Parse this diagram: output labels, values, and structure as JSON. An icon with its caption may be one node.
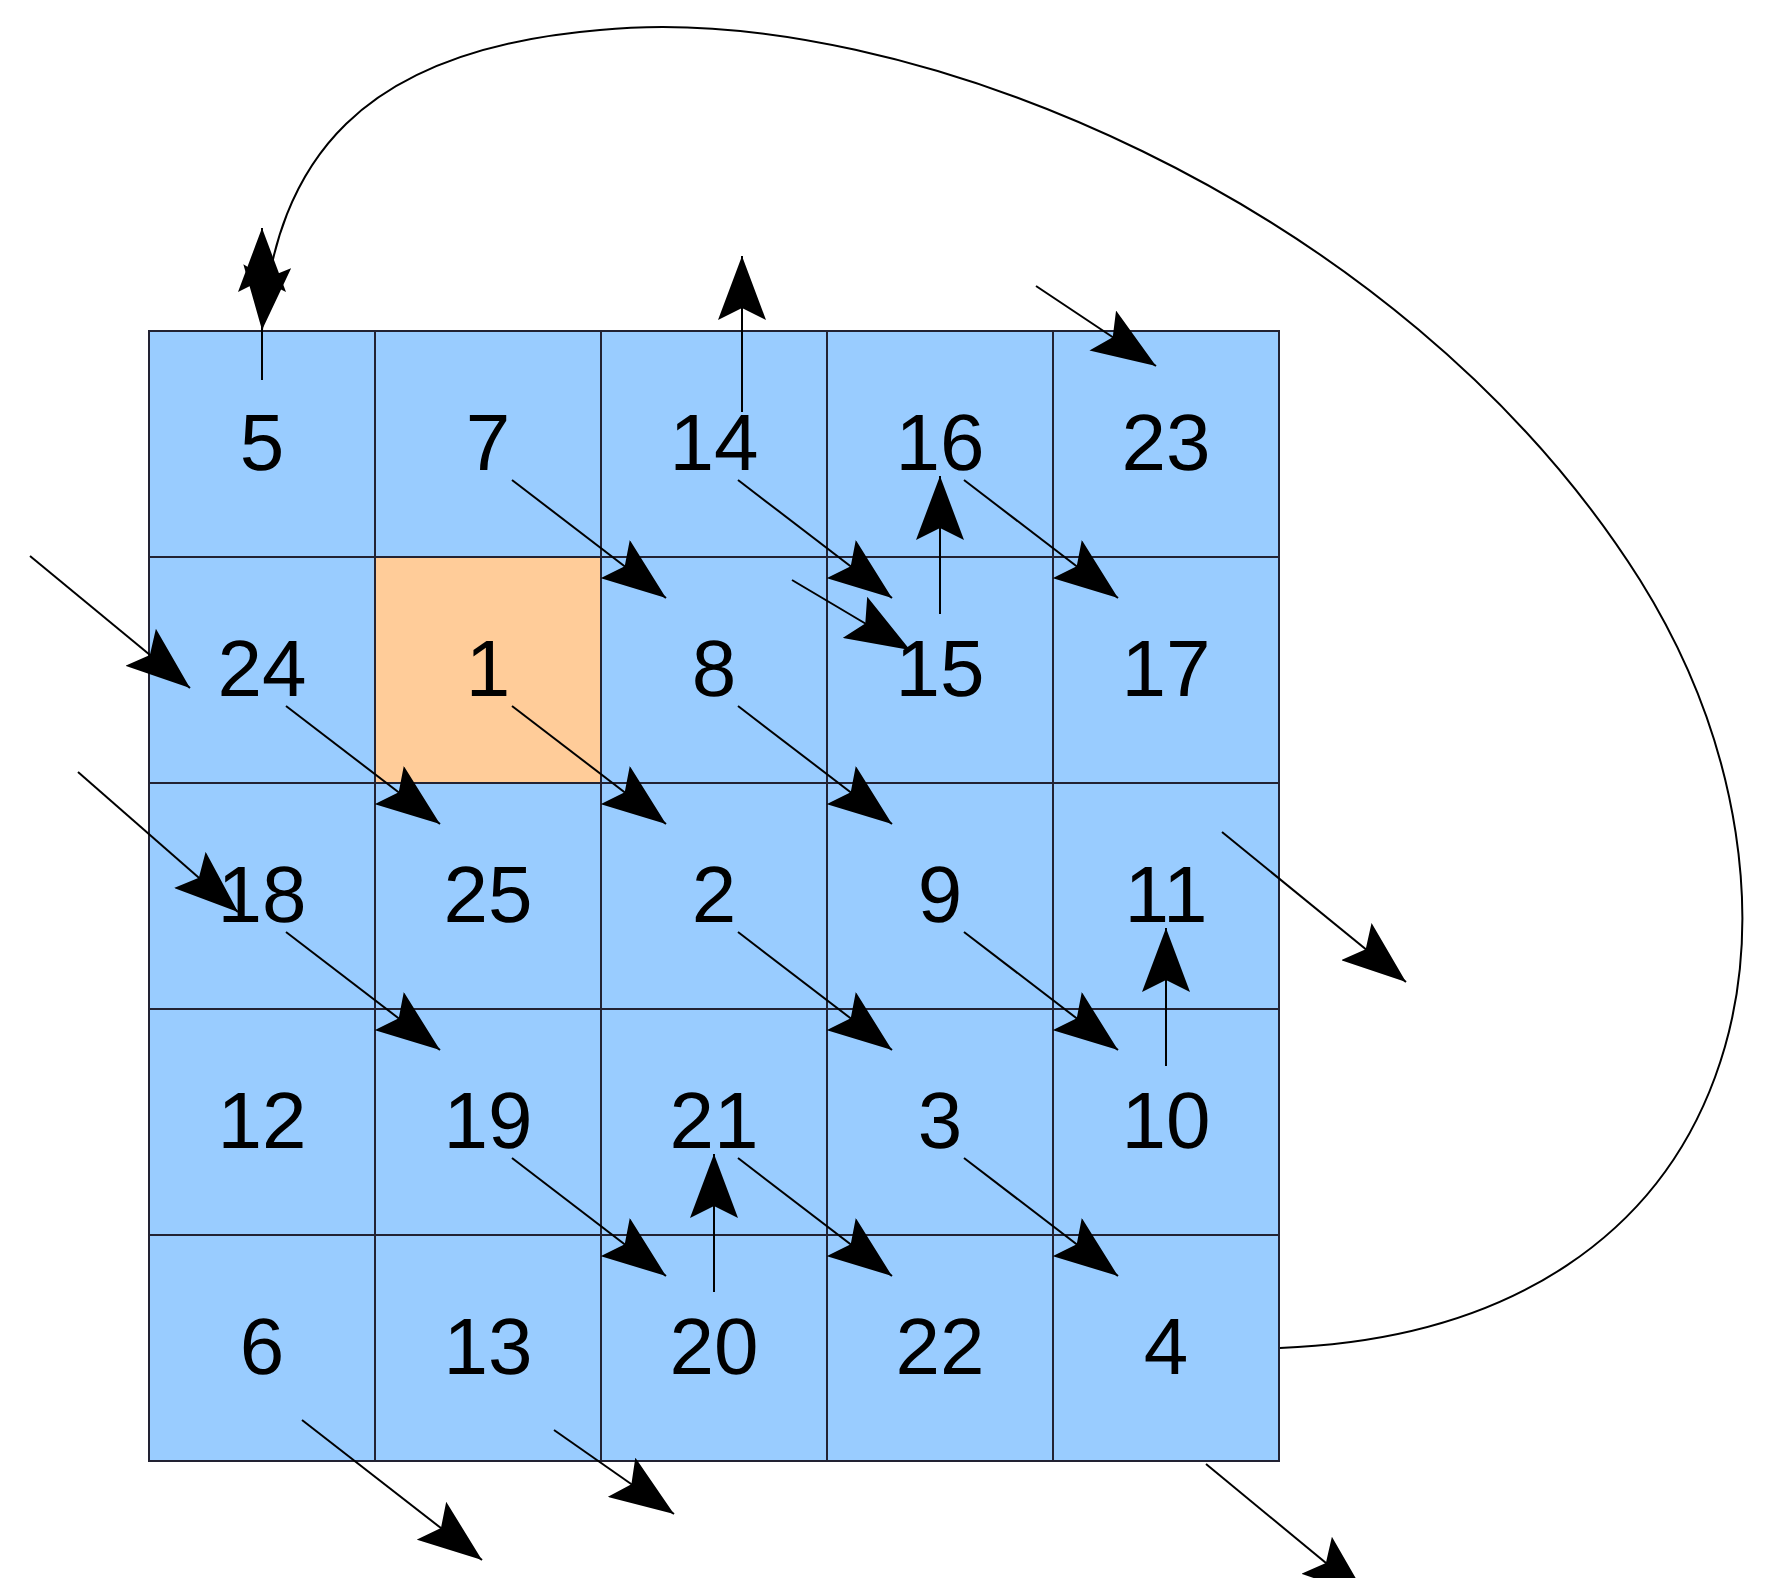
{
  "diagram": {
    "nodes": [
      {
        "text": [
          "5"
        ]
      },
      {
        "text": [
          "7"
        ]
      },
      {
        "text": [
          "14"
        ]
      },
      {
        "text": [
          "16"
        ]
      },
      {
        "text": [
          "23"
        ]
      },
      {
        "text": [
          "24"
        ]
      },
      {
        "text": [
          "1"
        ]
      },
      {
        "text": [
          "8"
        ]
      },
      {
        "text": [
          "15"
        ]
      },
      {
        "text": [
          "17"
        ]
      },
      {
        "text": [
          "18"
        ]
      },
      {
        "text": [
          "25"
        ]
      },
      {
        "text": [
          "2"
        ]
      },
      {
        "text": [
          "9"
        ]
      },
      {
        "text": [
          "11"
        ]
      },
      {
        "text": [
          "12"
        ]
      },
      {
        "text": [
          "19"
        ]
      },
      {
        "text": [
          "21"
        ]
      },
      {
        "text": [
          "3"
        ]
      },
      {
        "text": [
          "10"
        ]
      },
      {
        "text": [
          "6"
        ]
      },
      {
        "text": [
          "13"
        ]
      },
      {
        "text": [
          "20"
        ]
      },
      {
        "text": [
          "22"
        ]
      },
      {
        "text": [
          "4"
        ]
      }
    ],
    "edges": [
      {
        "from": 6,
        "to": 12,
        "arrow": "to"
      },
      {
        "from": 12,
        "to": 18,
        "arrow": "to"
      },
      {
        "from": 18,
        "to": 24,
        "arrow": "to"
      },
      {
        "from": 24,
        "to": 0,
        "arrow": "to"
      },
      {
        "from": 24,
        "to": null,
        "arrow": "to"
      },
      {
        "from": 0,
        "to": null,
        "arrow": "to"
      },
      {
        "from": 20,
        "to": null,
        "arrow": "to"
      },
      {
        "from": 1,
        "to": 7,
        "arrow": "to"
      },
      {
        "from": 7,
        "to": 13,
        "arrow": "to"
      },
      {
        "from": 13,
        "to": 19,
        "arrow": "to"
      },
      {
        "from": 19,
        "to": 14,
        "arrow": "to"
      },
      {
        "from": 14,
        "to": null,
        "arrow": "to"
      },
      {
        "from": 21,
        "to": null,
        "arrow": "to"
      },
      {
        "from": 2,
        "to": null,
        "arrow": "to"
      },
      {
        "from": 2,
        "to": 8,
        "arrow": "to"
      },
      {
        "from": 7,
        "to": 8,
        "arrow": "to"
      },
      {
        "from": 8,
        "to": 3,
        "arrow": "to"
      },
      {
        "from": 3,
        "to": 9,
        "arrow": "to"
      },
      {
        "from": null,
        "to": 10,
        "arrow": "to"
      },
      {
        "from": 10,
        "to": 16,
        "arrow": "to"
      },
      {
        "from": 16,
        "to": 22,
        "arrow": "to"
      },
      {
        "from": 22,
        "to": 17,
        "arrow": "to"
      },
      {
        "from": 17,
        "to": 23,
        "arrow": "to"
      },
      {
        "from": null,
        "to": 4,
        "arrow": "to"
      },
      {
        "from": null,
        "to": 5,
        "arrow": "to"
      },
      {
        "from": 5,
        "to": 11,
        "arrow": "to"
      }
    ]
  }
}
